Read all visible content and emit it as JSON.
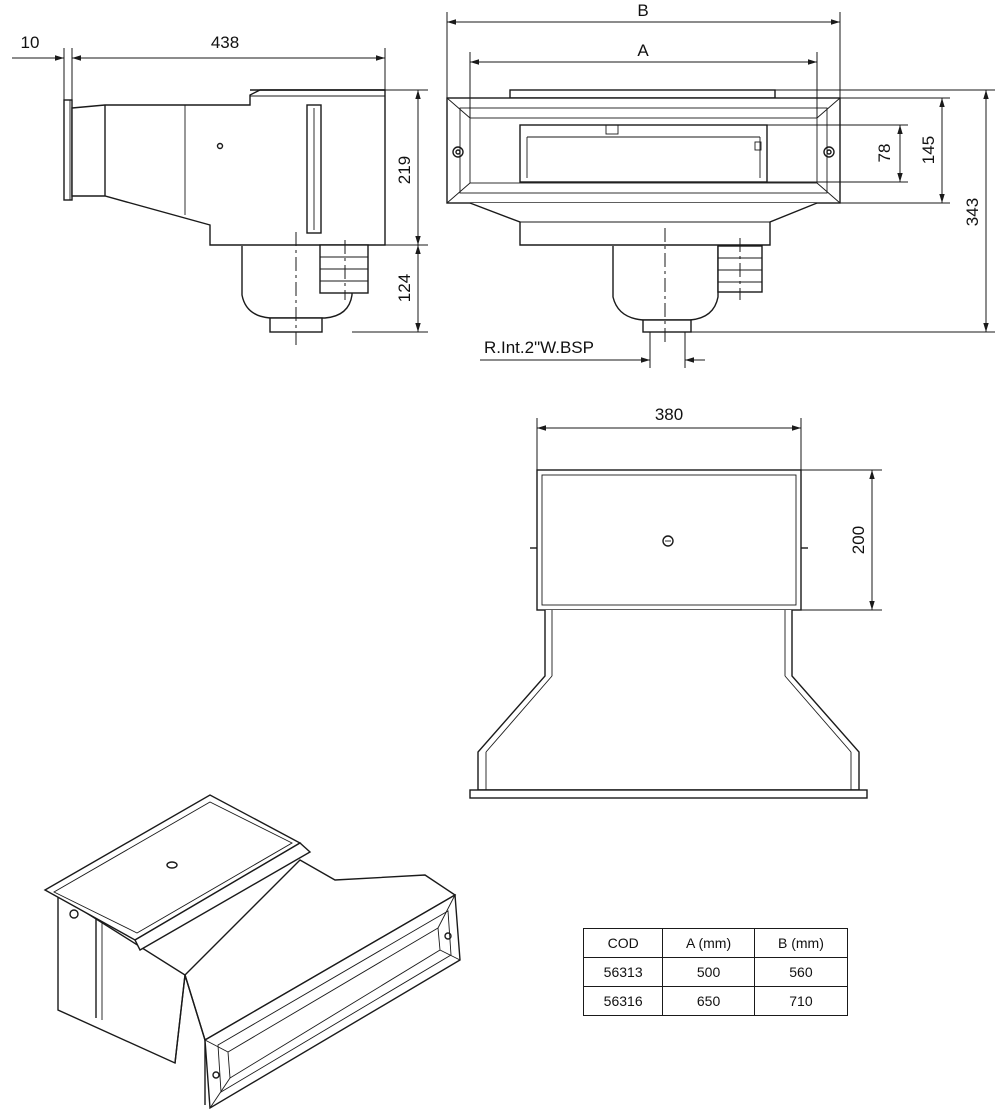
{
  "dimensions": {
    "side_flange": "10",
    "side_depth": "438",
    "side_body_height": "219",
    "side_pot_height": "124",
    "front_outer_width": "B",
    "front_inner_width": "A",
    "front_opening_height": "78",
    "front_frame_height": "145",
    "front_total_height": "343",
    "thread_label": "R.Int.2\"W.BSP",
    "top_width": "380",
    "top_depth": "200"
  },
  "table": {
    "headers": [
      "COD",
      "A (mm)",
      "B (mm)"
    ],
    "rows": [
      [
        "56313",
        "500",
        "560"
      ],
      [
        "56316",
        "650",
        "710"
      ]
    ]
  }
}
